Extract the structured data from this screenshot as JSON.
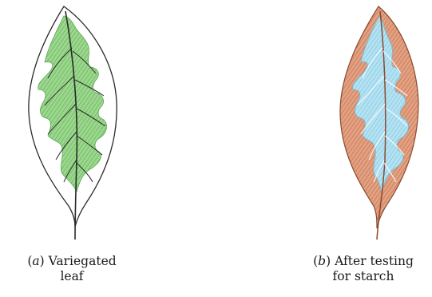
{
  "captions": {
    "a": {
      "marker": "a",
      "line1": "Variegated",
      "line2": "leaf"
    },
    "b": {
      "marker": "b",
      "line1": "After testing",
      "line2": "for starch"
    }
  },
  "colors": {
    "outline": "#2a2a2a",
    "green_region": "#8ccf7e",
    "green_hatch": "#5aa352",
    "brown_region": "#d9906f",
    "brown_hatch": "#b8603f",
    "blue_region": "#a9dcef",
    "blue_hatch": "#6cbcd8"
  }
}
